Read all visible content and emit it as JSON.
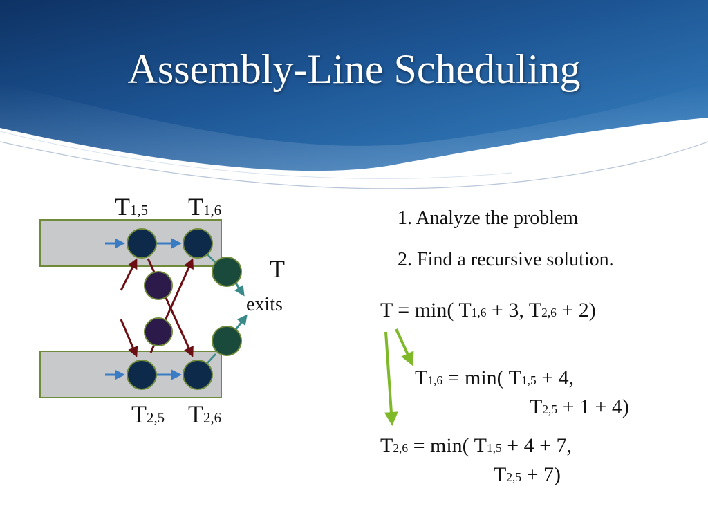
{
  "title": "Assembly-Line Scheduling",
  "colors": {
    "header_blue": "#1d4f8c",
    "line_fill": "#c8c9cb",
    "line_border": "#6f8a3a",
    "station_fill": "#0d2a4a",
    "mid_fill": "#2b1a4a",
    "exit_fill": "#1a4a3c",
    "forward_arrow": "#3a7cc4",
    "transfer_arrow": "#6b0f14",
    "exit_arrow": "#3a8a8a",
    "recursion_arrow": "#7fb92a"
  },
  "diagram": {
    "labels": {
      "t15": {
        "main": "T",
        "sub": "1,5"
      },
      "t16": {
        "main": "T",
        "sub": "1,6"
      },
      "t25": {
        "main": "T",
        "sub": "2,5"
      },
      "t26": {
        "main": "T",
        "sub": "2,6"
      },
      "t_exit": "T",
      "exits": "exits"
    }
  },
  "steps": [
    "1. Analyze the problem",
    "2. Find a recursive solution."
  ],
  "equations": {
    "t": {
      "lhs": "T = min( ",
      "a": "T",
      "a_sub": "1,6",
      "a_rest": " + 3, ",
      "b": "T",
      "b_sub": "2,6",
      "b_rest": " + 2)"
    },
    "t16": {
      "lhs": "T",
      "lhs_sub": "1,6",
      "mid": " = min( ",
      "a": "T",
      "a_sub": "1,5",
      "a_rest": " + 4,",
      "b": "T",
      "b_sub": "2,5",
      "b_rest": " + 1 + 4)"
    },
    "t26": {
      "lhs": "T",
      "lhs_sub": "2,6",
      "mid": " = min( ",
      "a": "T",
      "a_sub": "1,5",
      "a_rest": " + 4 + 7,",
      "b": "T",
      "b_sub": "2,5",
      "b_rest": " + 7)"
    }
  }
}
